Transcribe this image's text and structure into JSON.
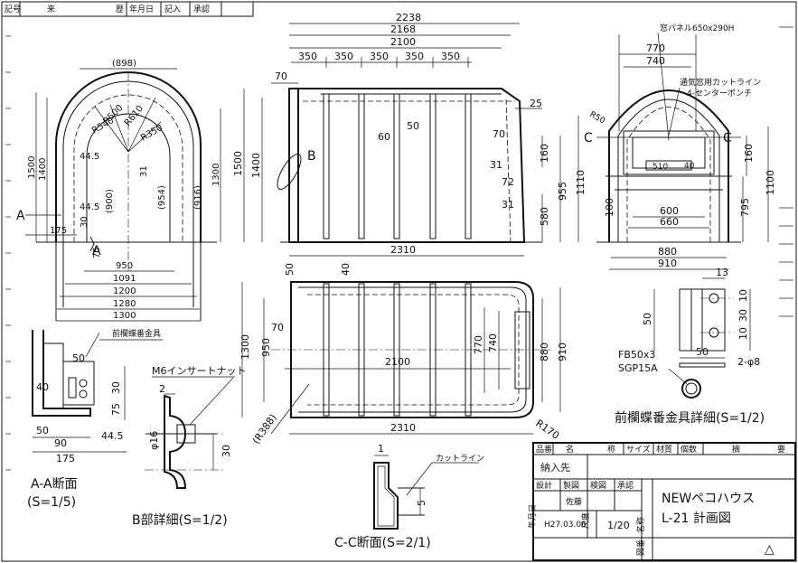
{
  "revision_header": [
    "記号",
    "来",
    "歴",
    "年月日",
    "記入",
    "承認"
  ],
  "front_view": {
    "dims": {
      "w898": "(898)",
      "h1500": "1500",
      "h1400": "1400",
      "h1300": "1300",
      "r500": "R500",
      "r540": "R540",
      "r610": "R610",
      "r350": "R350",
      "d44_5a": "44.5",
      "d44_5b": "44.5",
      "d31": "31",
      "d900": "(900)",
      "d954": "(954)",
      "d916": "(916)",
      "d30": "30",
      "d75": "75",
      "w950": "950",
      "w1091": "1091",
      "w1200": "1200",
      "w1280": "1280",
      "w1300": "1300",
      "w175": "175"
    },
    "section_mark": "A"
  },
  "side_view": {
    "dims": {
      "w2238": "2238",
      "w2168": "2168",
      "w2100": "2100",
      "s350": "350",
      "d70": "70",
      "d25": "25",
      "d60": "60",
      "d50": "50",
      "h1500": "1500",
      "h1400": "1400",
      "d70b": "70",
      "d160": "160",
      "d31a": "31",
      "d72": "72",
      "d31b": "31",
      "d580": "580",
      "d955": "955",
      "d1110": "1110",
      "w2310": "2310"
    },
    "detail_mark": "B"
  },
  "rear_view": {
    "window_label": "窓パネル650x290H",
    "cut_label": "通気窓用カットライン",
    "punch_label": "4-センターポンチ",
    "dims": {
      "w770": "770",
      "w740": "740",
      "w510": "510",
      "d40": "40",
      "d160": "160",
      "h1100": "1100",
      "h795": "795",
      "d100": "100",
      "w600": "600",
      "w660": "660",
      "w880": "880",
      "w910": "910",
      "r50": "R50"
    },
    "section_mark": "C"
  },
  "plan_view": {
    "dims": {
      "d50": "50",
      "d40": "40",
      "d70": "70",
      "h1300": "1300",
      "h950": "950",
      "w2100": "2100",
      "d770": "770",
      "d740": "740",
      "d880": "880",
      "d910": "910",
      "r388": "(R388)",
      "r170": "R170",
      "w2310": "2310"
    }
  },
  "hinge_detail": {
    "dims": {
      "d13": "13",
      "d10a": "10",
      "d30": "30",
      "d10b": "10",
      "d50": "50",
      "w50": "50",
      "h2_8": "2-φ8"
    },
    "fb": "FB50x3",
    "sgp": "SGP15A",
    "title": "前欄蝶番金具詳細(S=1/2)"
  },
  "section_aa": {
    "label": "前欄蝶番金具",
    "dims": {
      "d50": "50",
      "d40": "40",
      "d30": "30",
      "d75": "75",
      "d50b": "50",
      "d90": "90",
      "d44_5": "44.5",
      "d175": "175"
    },
    "title1": "A-A断面",
    "title2": "(S=1/5)"
  },
  "detail_b": {
    "label": "M6インサートナット",
    "dims": {
      "d2": "2",
      "d16": "φ16",
      "d30": "30"
    },
    "title": "B部詳細(S=1/2)"
  },
  "section_cc": {
    "label": "カットライン",
    "dims": {
      "d1": "1",
      "d5": "5"
    },
    "title": "C-C断面(S=2/1)"
  },
  "title_block": {
    "headers": [
      "品番",
      "名",
      "称",
      "サイズ",
      "材質",
      "個数",
      "摘",
      "要"
    ],
    "client_label": "納入先",
    "approval": [
      "設計",
      "製図",
      "検図",
      "承認"
    ],
    "signer": "佐藤",
    "date_label": "年月日",
    "date": "H27.03.06",
    "scale_label": "尺度",
    "scale": "1/20",
    "name_label": "名称",
    "name_line1": "NEWペコハウス",
    "name_line2": "L-21 計画図",
    "figno_label": "図番",
    "revision_symbol": "△"
  }
}
